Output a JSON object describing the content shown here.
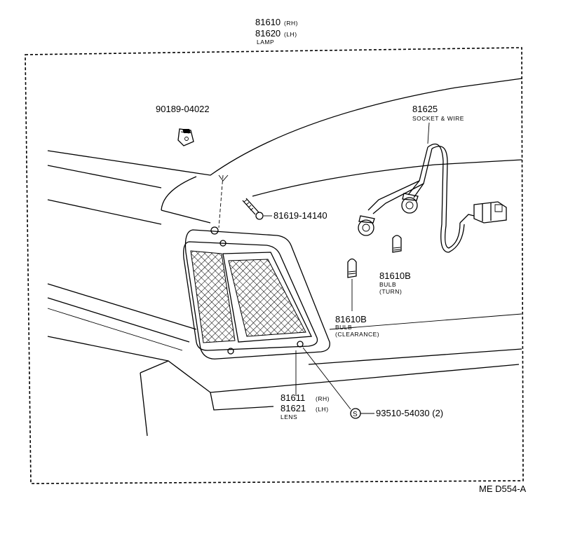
{
  "diagram": {
    "lamp": {
      "rh": "81610",
      "rh_suffix": "(RH)",
      "lh": "81620",
      "lh_suffix": "(LH)",
      "label": "LAMP"
    },
    "clip": {
      "number": "90189-04022"
    },
    "socket": {
      "number": "81625",
      "label": "SOCKET & WIRE"
    },
    "screw": {
      "number": "81619-14140"
    },
    "bulb_turn": {
      "number": "81610B",
      "label1": "BULB",
      "label2": "(TURN)"
    },
    "bulb_clearance": {
      "number": "81610B",
      "label1": "BULB",
      "label2": "(CLEARANCE)"
    },
    "lens": {
      "rh": "81611",
      "rh_suffix": "(RH)",
      "lh": "81621",
      "lh_suffix": "(LH)",
      "label": "LENS"
    },
    "lens_screw": {
      "symbol": "S",
      "number": "93510-54030 (2)"
    },
    "drawing_code": "ME D554-A"
  }
}
